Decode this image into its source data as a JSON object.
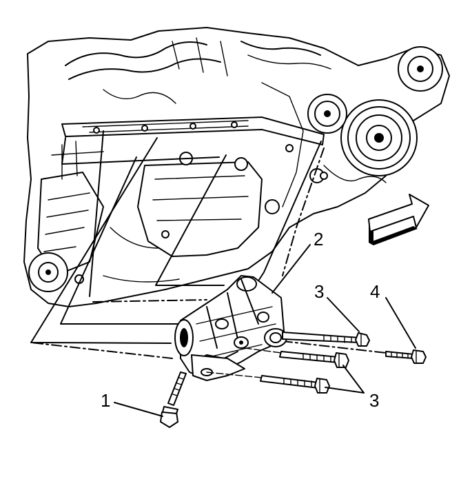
{
  "callouts": {
    "c1": "1",
    "c2": "2",
    "c3a": "3",
    "c3b": "3",
    "c4": "4"
  },
  "icons": {
    "direction_arrow": "front-direction-arrow-icon"
  }
}
